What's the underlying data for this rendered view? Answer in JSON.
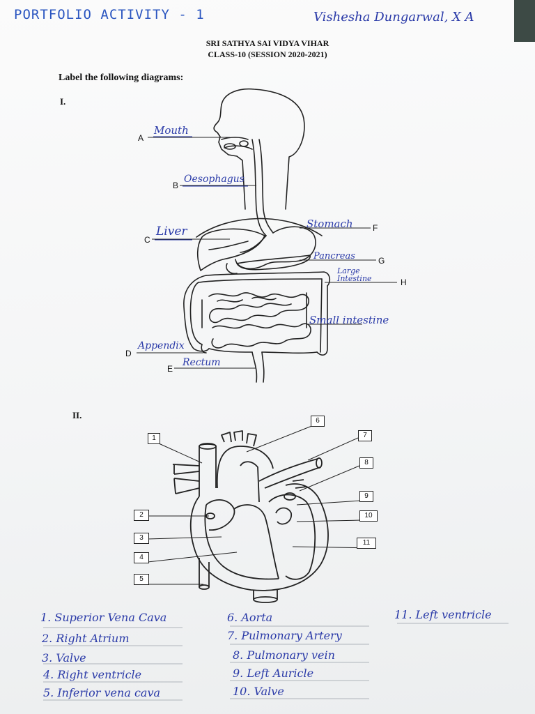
{
  "header": {
    "portfolio_title": "PORTFOLIO ACTIVITY - 1",
    "student": "Vishesha Dungarwal, X A",
    "school": "SRI SATHYA SAI VIDYA VIHAR",
    "class_session": "CLASS-10 (SESSION 2020-2021)",
    "instruction": "Label the following diagrams:"
  },
  "diagram1": {
    "roman": "I.",
    "labels": [
      {
        "letter": "A",
        "answer": "Mouth"
      },
      {
        "letter": "B",
        "answer": "Oesophagus"
      },
      {
        "letter": "C",
        "answer": "Liver"
      },
      {
        "letter": "D",
        "answer": "Appendix"
      },
      {
        "letter": "E",
        "answer": "Rectum"
      },
      {
        "letter": "F",
        "answer": "Stomach"
      },
      {
        "letter": "G",
        "answer": "Pancreas"
      },
      {
        "letter": "H",
        "answer": "Large Intestine"
      },
      {
        "letter": "",
        "answer": "Small intestine"
      }
    ]
  },
  "diagram2": {
    "roman": "II.",
    "boxes": [
      "1",
      "2",
      "3",
      "4",
      "5",
      "6",
      "7",
      "8",
      "9",
      "10",
      "11"
    ]
  },
  "answers": {
    "col1": [
      "1. Superior Vena Cava",
      "2. Right Atrium",
      "3. Valve",
      "4. Right ventricle",
      "5. Inferior vena cava"
    ],
    "col2": [
      "6. Aorta",
      "7. Pulmonary Artery",
      "8. Pulmonary vein",
      "9. Left Auricle",
      "10. Valve"
    ],
    "col3": [
      "11. Left ventricle"
    ]
  }
}
